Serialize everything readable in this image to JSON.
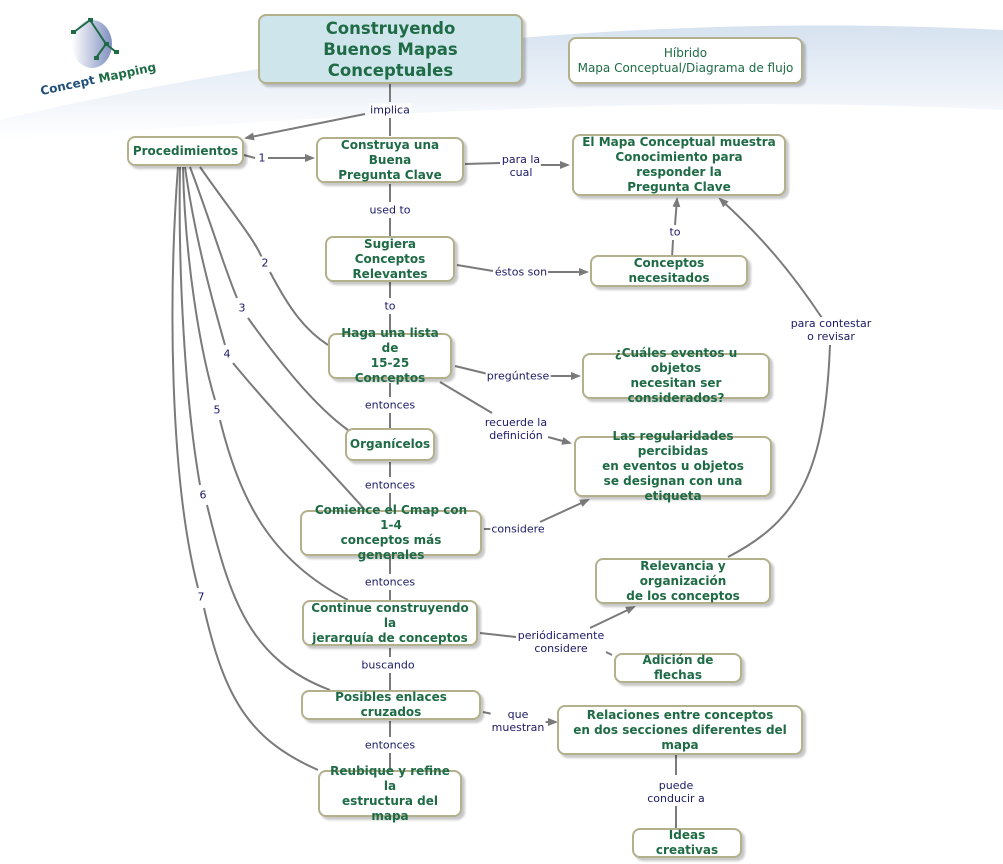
{
  "logo": {
    "word1": "Concept",
    "word2": "Mapping"
  },
  "colors": {
    "node_text": "#1e6b45",
    "link_text": "#1a1a66",
    "node_border": "#b3b08c",
    "main_fill": "#cfe5ec",
    "edge": "#7a7a7a"
  },
  "nodes": {
    "main": "Construyendo\nBuenos Mapas Conceptuales",
    "hybrid": "Híbrido\nMapa Conceptual/Diagrama de flujo",
    "procedimientos": "Procedimientos",
    "pregunta": "Construya una Buena\nPregunta Clave",
    "muestra": "El Mapa Conceptual muestra\nConocimiento para responder la\nPregunta Clave",
    "sugiera": "Sugiera Conceptos\nRelevantes",
    "necesitados": "Conceptos necesitados",
    "lista": "Haga una lista de\n15-25 Conceptos",
    "cuales": "¿Cuáles eventos u objetos\nnecesitan ser considerados?",
    "organicelos": "Organícelos",
    "regularidades": "Las regularidades percibidas\nen eventos u objetos\nse designan con una etiqueta",
    "comience": "Comience el Cmap con 1-4\nconceptos más generales",
    "relevancia": "Relevancia y organización\nde los conceptos",
    "continue": "Continue construyendo la\njerarquía de conceptos",
    "flechas": "Adición de flechas",
    "enlaces": "Posibles enlaces cruzados",
    "relaciones": "Relaciones entre conceptos\nen dos secciones diferentes del mapa",
    "reubique": "Reubique y refine la\nestructura del mapa",
    "ideas": "Ideas creativas"
  },
  "links": {
    "implica": "implica",
    "n1": "1",
    "n2": "2",
    "n3": "3",
    "n4": "4",
    "n5": "5",
    "n6": "6",
    "n7": "7",
    "para_la_cual": "para la\ncual",
    "used_to": "used to",
    "to1": "to",
    "estos_son": "éstos son",
    "to2": "to",
    "para_contestar": "para contestar\no revisar",
    "preguntese": "pregúntese",
    "recuerde": "recuerde la\ndefinición",
    "entonces1": "entonces",
    "entonces2": "entonces",
    "considere": "considere",
    "entonces3": "entonces",
    "periodicamente": "periódicamente\nconsidere",
    "buscando": "buscando",
    "que_muestran": "que\nmuestran",
    "entonces4": "entonces",
    "puede": "puede\nconducir a"
  }
}
